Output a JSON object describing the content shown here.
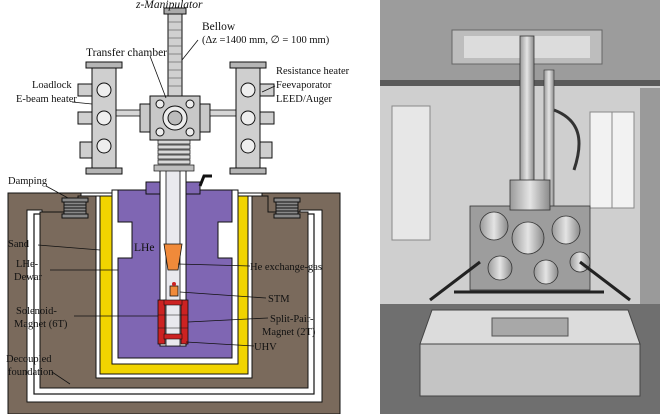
{
  "diagram": {
    "z_manipulator": "z-Manipulator",
    "bellow": "Bellow",
    "bellow_spec": "(Δz =1400 mm, ∅ = 100 mm)",
    "transfer_chamber": "Transfer chamber",
    "loadlock": "Loadlock",
    "ebeam_heater": "E-beam heater",
    "resistance_heater": "Resistance heater",
    "feevaporator": "Feevaporator",
    "leed_auger": "LEED/Auger",
    "damping": "Damping",
    "sand": "Sand",
    "lhe": "LHe",
    "lhe_dewar_1": "LHe-",
    "lhe_dewar_2": "Dewar",
    "he_exchange_gas": "He exchange-gas",
    "stm": "STM",
    "solenoid_1": "Solenoid-",
    "solenoid_2": "Magnet (6T)",
    "splitpair_1": "Split-Pair-",
    "splitpair_2": "Magnet (2T)",
    "uhv": "UHV",
    "decoupled_1": "Decoupled",
    "decoupled_2": "foundation"
  },
  "colors": {
    "foundation": "#7a6a5c",
    "sand": "#f1d400",
    "dewar": "#7f66b3",
    "exchange_gas": "#f08a3a",
    "magnet": "#cc2222",
    "chamber": "#c8c8c8",
    "photo_bg": "#7a7a7a"
  }
}
